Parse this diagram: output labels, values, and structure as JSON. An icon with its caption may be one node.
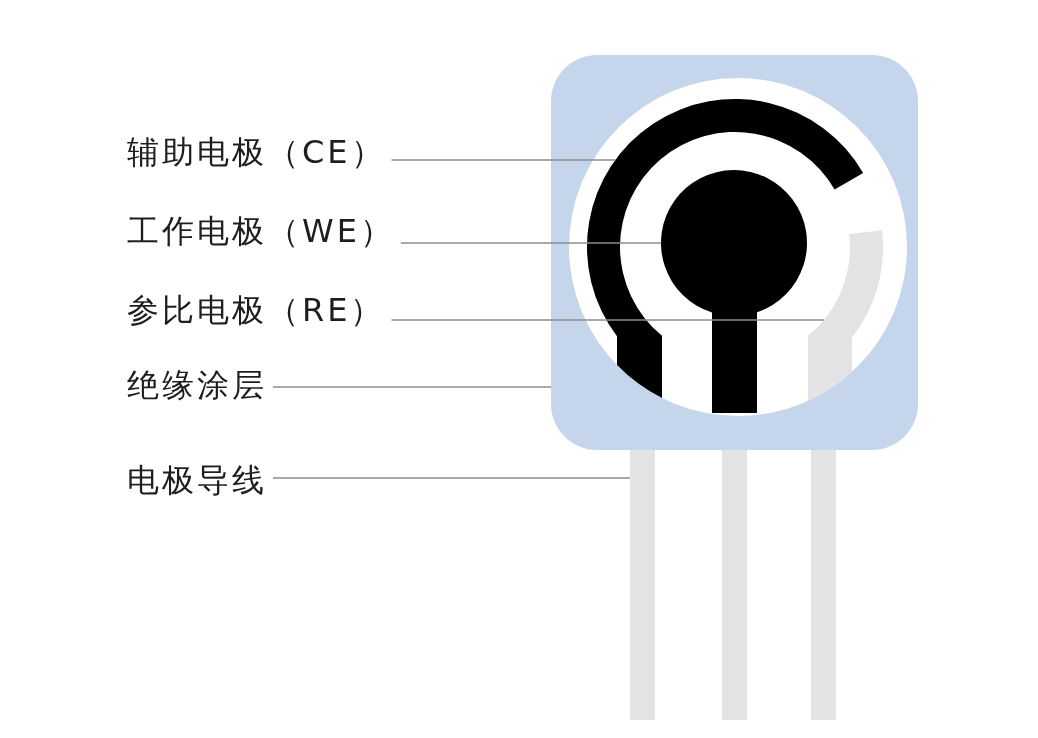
{
  "diagram": {
    "nodes": [
      {
        "text": [
          "辅助电极（CE）"
        ]
      },
      {
        "text": [
          "工作电极（WE）"
        ]
      },
      {
        "text": [
          "参比电极（RE）"
        ]
      },
      {
        "text": [
          "绝缘涂层"
        ]
      },
      {
        "text": [
          "电极导线"
        ]
      },
      {
        "text": [],
        "shape": "box"
      },
      {
        "text": [],
        "shape": "ring",
        "in": 5
      },
      {
        "text": [],
        "shape": "circle",
        "in": 5
      },
      {
        "text": [],
        "shape": "arc",
        "in": 5
      },
      {
        "text": [],
        "shape": "bar"
      },
      {
        "text": [],
        "shape": "bar"
      },
      {
        "text": [],
        "shape": "bar"
      }
    ],
    "edges": [
      {
        "from": 0,
        "to": 6,
        "arrow": "none"
      },
      {
        "from": 1,
        "to": 7,
        "arrow": "none"
      },
      {
        "from": 2,
        "to": 8,
        "arrow": "none"
      },
      {
        "from": 3,
        "to": 5,
        "arrow": "none"
      },
      {
        "from": 4,
        "to": 9,
        "arrow": "none"
      }
    ]
  }
}
